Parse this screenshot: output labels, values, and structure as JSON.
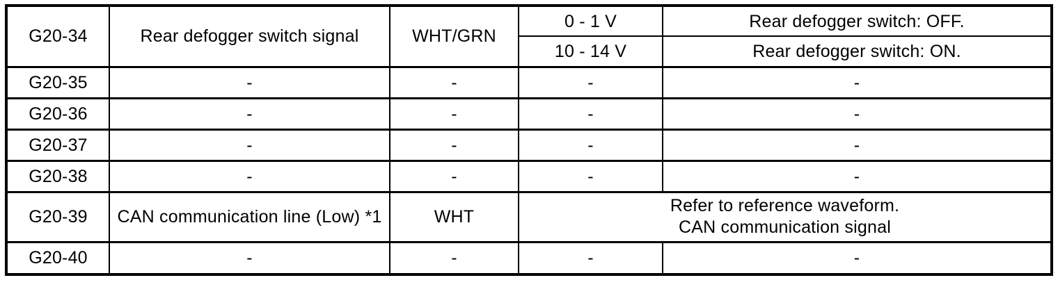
{
  "style": {
    "background": "#ffffff",
    "grid_color": "#000000",
    "text_color": "#000000"
  },
  "table": {
    "description": "connector-terminal-signal-table",
    "columns": [
      "terminal",
      "signal",
      "wire_color",
      "voltage",
      "condition"
    ],
    "rows": [
      {
        "terminal": "G20-34",
        "signal": "Rear defogger switch signal",
        "wire_color": "WHT/GRN",
        "sub_rows": [
          {
            "voltage": "0 - 1 V",
            "condition": "Rear defogger switch: OFF."
          },
          {
            "voltage": "10 - 14 V",
            "condition": "Rear defogger switch: ON."
          }
        ]
      },
      {
        "terminal": "G20-35",
        "signal": "-",
        "wire_color": "-",
        "voltage": "-",
        "condition": "-"
      },
      {
        "terminal": "G20-36",
        "signal": "-",
        "wire_color": "-",
        "voltage": "-",
        "condition": "-"
      },
      {
        "terminal": "G20-37",
        "signal": "-",
        "wire_color": "-",
        "voltage": "-",
        "condition": "-"
      },
      {
        "terminal": "G20-38",
        "signal": "-",
        "wire_color": "-",
        "voltage": "-",
        "condition": "-"
      },
      {
        "terminal": "G20-39",
        "signal": "CAN communication line (Low) *1",
        "wire_color": "WHT",
        "note": {
          "line1": "Refer to reference waveform.",
          "line2": "CAN communication signal"
        }
      },
      {
        "terminal": "G20-40",
        "signal": "-",
        "wire_color": "-",
        "voltage": "-",
        "condition": "-"
      }
    ]
  }
}
